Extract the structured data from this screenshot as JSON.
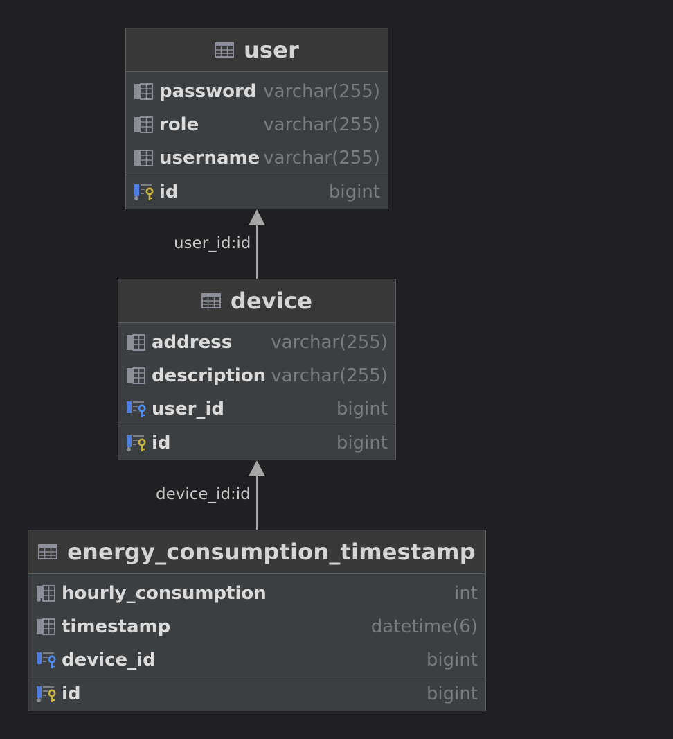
{
  "tables": {
    "user": {
      "name": "user",
      "columns": [
        {
          "name": "password",
          "type": "varchar(255)"
        },
        {
          "name": "role",
          "type": "varchar(255)"
        },
        {
          "name": "username",
          "type": "varchar(255)"
        }
      ],
      "pk": {
        "name": "id",
        "type": "bigint"
      }
    },
    "device": {
      "name": "device",
      "columns": [
        {
          "name": "address",
          "type": "varchar(255)"
        },
        {
          "name": "description",
          "type": "varchar(255)"
        },
        {
          "name": "user_id",
          "type": "bigint"
        }
      ],
      "pk": {
        "name": "id",
        "type": "bigint"
      }
    },
    "energy": {
      "name": "energy_consumption_timestamp",
      "columns": [
        {
          "name": "hourly_consumption",
          "type": "int"
        },
        {
          "name": "timestamp",
          "type": "datetime(6)"
        },
        {
          "name": "device_id",
          "type": "bigint"
        }
      ],
      "pk": {
        "name": "id",
        "type": "bigint"
      }
    }
  },
  "edges": {
    "device_user": "user_id:id",
    "energy_device": "device_id:id"
  },
  "colors": {
    "background": "#1f1f24",
    "table_bg": "#3c3f41",
    "fk_key": "#4d8cf5",
    "pk_key": "#c7b23a"
  }
}
